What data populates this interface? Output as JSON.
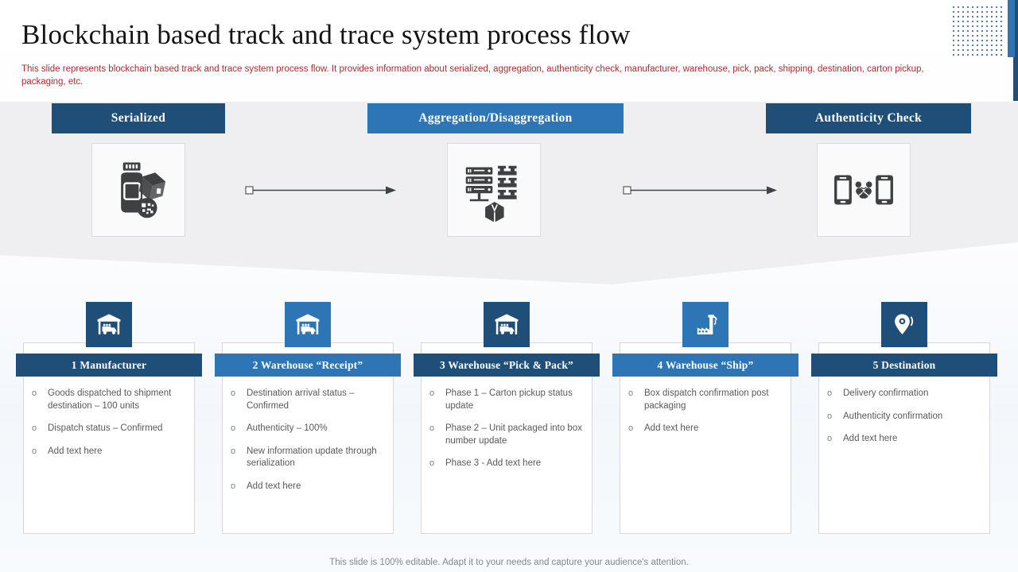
{
  "slide": {
    "title": "Blockchain based track and trace system process flow",
    "description": "This slide represents blockchain based track and trace system process flow. It provides information about serialized, aggregation, authenticity check, manufacturer, warehouse, pick, pack, shipping, destination, carton pickup, packaging, etc.",
    "footer": "This slide is 100% editable. Adapt it to your needs and capture your audience's attention."
  },
  "colors": {
    "dark_blue": "#1F4E79",
    "medium_blue": "#2E75B6",
    "description_red": "#B2292E",
    "body_text_gray": "#595959",
    "band_gray": "#EFEFF1"
  },
  "process_banners": [
    {
      "label": "Serialized",
      "tone": "dark",
      "icon": "pill-bottle-box-qr-icon"
    },
    {
      "label": "Aggregation/Disaggregation",
      "tone": "medium",
      "icon": "servers-pallets-box-icon"
    },
    {
      "label": "Authenticity Check",
      "tone": "dark",
      "icon": "phones-capsules-icon"
    }
  ],
  "columns": [
    {
      "title": "1 Manufacturer",
      "tone": "dark",
      "icon": "warehouse-truck-icon",
      "bullets": [
        "Goods dispatched to shipment destination – 100 units",
        "Dispatch status – Confirmed",
        "Add text here"
      ]
    },
    {
      "title": "2 Warehouse “Receipt”",
      "tone": "medium",
      "icon": "warehouse-truck-icon",
      "bullets": [
        "Destination arrival status – Confirmed",
        "Authenticity – 100%",
        "New information update through serialization",
        "Add text here"
      ]
    },
    {
      "title": "3 Warehouse “Pick & Pack”",
      "tone": "dark",
      "icon": "warehouse-truck-icon",
      "bullets": [
        "Phase 1 – Carton pickup status update",
        "Phase 2 – Unit packaged into box number update",
        "Phase 3 - Add text here"
      ]
    },
    {
      "title": "4 Warehouse “Ship”",
      "tone": "medium",
      "icon": "factory-crane-icon",
      "bullets": [
        "Box dispatch confirmation post packaging",
        "Add text here"
      ]
    },
    {
      "title": "5 Destination",
      "tone": "dark",
      "icon": "location-pin-icon",
      "bullets": [
        "Delivery confirmation",
        "Authenticity confirmation",
        "Add text here"
      ]
    }
  ]
}
